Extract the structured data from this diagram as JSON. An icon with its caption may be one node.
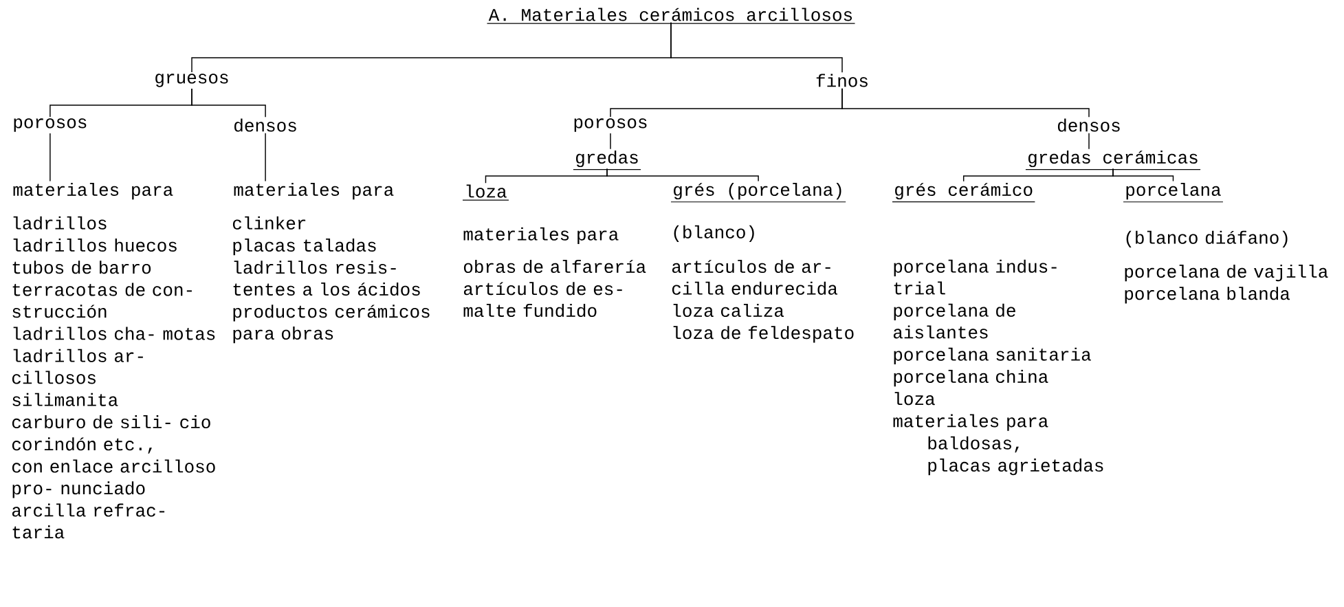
{
  "diagram": {
    "nodes": [
      {
        "text": [
          "A. Materiales cerámicos arcillosos"
        ]
      },
      {
        "text": [
          "gruesos"
        ]
      },
      {
        "text": [
          "finos"
        ]
      },
      {
        "text": [
          "porosos"
        ]
      },
      {
        "text": [
          "densos"
        ]
      },
      {
        "text": [
          "porosos"
        ]
      },
      {
        "text": [
          "gredas"
        ]
      },
      {
        "text": [
          "densos"
        ]
      },
      {
        "text": [
          "gredas cerámicas"
        ]
      },
      {
        "text": [
          "materiales para"
        ],
        "beside": [
          "ladrillos",
          "ladrillos huecos",
          "tubos de barro",
          "terracotas de con- strucción",
          "ladrillos cha- motas",
          "ladrillos ar- cillosos",
          "silimanita",
          "carburo de sili- cio",
          "corindón etc.,",
          "con enlace arcilloso pro- nunciado",
          "arcilla refrac- taria"
        ]
      },
      {
        "text": [
          "materiales para"
        ],
        "beside": [
          "clinker",
          "placas taladas",
          "ladrillos resis- tentes a los ácidos",
          "productos cerámicos para obras"
        ]
      },
      {
        "text": [
          "loza"
        ],
        "beside": [
          "materiales para",
          "obras de alfarería",
          "artículos de es- malte fundido"
        ]
      },
      {
        "text": [
          "grés (porcelana)"
        ],
        "beside": [
          "(blanco)",
          "artículos de ar- cilla endurecida",
          "loza caliza",
          "loza de feldespato"
        ]
      },
      {
        "text": [
          "grés cerámico"
        ],
        "beside": [
          "porcelana indus- trial",
          "porcelana de aislantes",
          "porcelana sanitaria",
          "porcelana china",
          "loza",
          "materiales para",
          "baldosas,",
          "placas agrietadas"
        ]
      },
      {
        "text": [
          "porcelana"
        ],
        "beside": [
          "(blanco diáfano)",
          "porcelana de vajilla",
          "porcelana blanda"
        ]
      }
    ],
    "edges": [
      {
        "from": 0,
        "to": 1,
        "arrow": "none"
      },
      {
        "from": 0,
        "to": 2,
        "arrow": "none"
      },
      {
        "from": 1,
        "to": 3,
        "arrow": "none"
      },
      {
        "from": 1,
        "to": 4,
        "arrow": "none"
      },
      {
        "from": 2,
        "to": 5,
        "arrow": "none"
      },
      {
        "from": 2,
        "to": 7,
        "arrow": "none"
      },
      {
        "from": 3,
        "to": 9,
        "arrow": "none"
      },
      {
        "from": 4,
        "to": 10,
        "arrow": "none"
      },
      {
        "from": 5,
        "to": 6,
        "arrow": "none"
      },
      {
        "from": 6,
        "to": 11,
        "arrow": "none"
      },
      {
        "from": 6,
        "to": 12,
        "arrow": "none"
      },
      {
        "from": 7,
        "to": 8,
        "arrow": "none"
      },
      {
        "from": 8,
        "to": 13,
        "arrow": "none"
      },
      {
        "from": 8,
        "to": 14,
        "arrow": "none"
      }
    ]
  }
}
